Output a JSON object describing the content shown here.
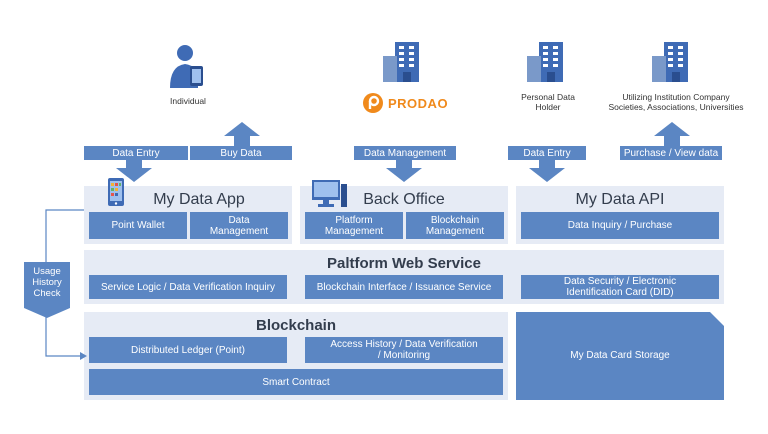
{
  "actors": {
    "individual": "Individual",
    "prodao": "PRODAO",
    "personal_data_holder": "Personal Data\nHolder",
    "utilizing_institution": "Utilizing Institution Company\nSocieties, Associations, Universities"
  },
  "flows": {
    "data_entry_1": "Data Entry",
    "buy_data": "Buy Data",
    "data_management": "Data Management",
    "data_entry_2": "Data Entry",
    "purchase_view": "Purchase / View data"
  },
  "my_data_app": {
    "title": "My Data App",
    "point_wallet": "Point Wallet",
    "data_management": "Data\nManagement"
  },
  "back_office": {
    "title": "Back Office",
    "platform_management": "Platform\nManagement",
    "blockchain_management": "Blockchain\nManagement"
  },
  "my_data_api": {
    "title": "My Data API",
    "inquiry": "Data Inquiry / Purchase"
  },
  "web_service": {
    "title": "Paltform Web Service",
    "service_logic": "Service Logic / Data Verification Inquiry",
    "blockchain_interface": "Blockchain Interface / Issuance Service",
    "data_security": "Data Security / Electronic\nIdentification Card (DID)"
  },
  "blockchain": {
    "title": "Blockchain",
    "ledger": "Distributed Ledger (Point)",
    "access_history": "Access History / Data Verification\n/ Monitoring",
    "smart_contract": "Smart Contract"
  },
  "storage": "My Data Card Storage",
  "usage_check": "Usage\nHistory\nCheck",
  "colors": {
    "box": "#5b86c3",
    "panel": "#e6ebf5",
    "prodao": "#f08a1c"
  }
}
